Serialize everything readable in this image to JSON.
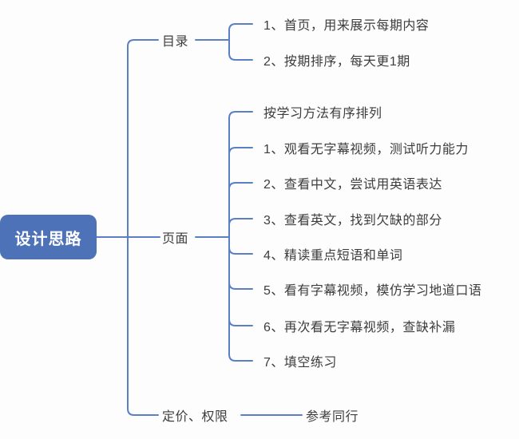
{
  "colors": {
    "canvas_bg": "#fdfdfd",
    "line_color": "#5b7fc5",
    "root_bg": "#4d72b8",
    "root_text": "#ffffff",
    "text_color": "#3d3d3d"
  },
  "root": {
    "label": "设计思路"
  },
  "branches": [
    {
      "label": "目录",
      "children": [
        "1、首页，用来展示每期内容",
        "2、按期排序，每天更1期"
      ]
    },
    {
      "label": "页面",
      "children": [
        "按学习方法有序排列",
        "1、观看无字幕视频，测试听力能力",
        "2、查看中文，尝试用英语表达",
        "3、查看英文，找到欠缺的部分",
        "4、精读重点短语和单词",
        "5、看有字幕视频，模仿学习地道口语",
        "6、再次看无字幕视频，查缺补漏",
        "7、填空练习"
      ]
    },
    {
      "label": "定价、权限",
      "children": [
        "参考同行"
      ]
    }
  ]
}
